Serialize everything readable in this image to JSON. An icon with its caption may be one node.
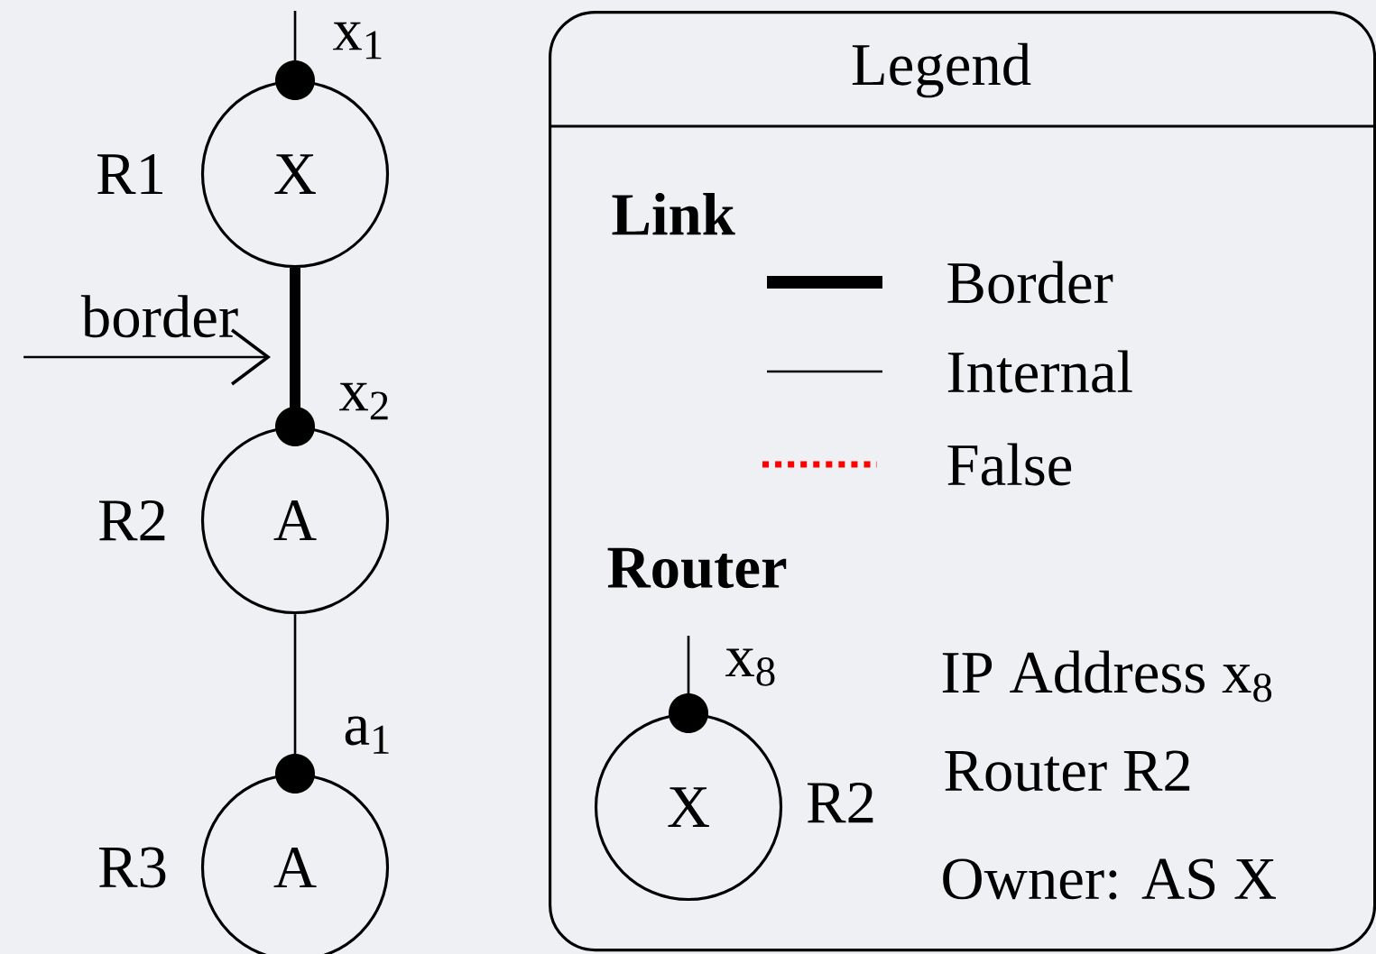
{
  "diagram": {
    "nodes": [
      {
        "text": [
          "X"
        ],
        "beside": [
          "R1",
          "x$_{1}$"
        ]
      },
      {
        "text": [
          "A"
        ],
        "beside": [
          "R2",
          "x$_{2}$"
        ]
      },
      {
        "text": [
          "A"
        ],
        "beside": [
          "R3",
          "a$_{1}$"
        ]
      },
      {
        "text": [
          "border"
        ]
      },
      {
        "text": [
          "Legend"
        ]
      },
      {
        "text": [
          "X"
        ],
        "beside": [
          "R2",
          "x$_{8}$"
        ],
        "in": 4
      }
    ],
    "edges": [
      {
        "from": null,
        "to": 0,
        "arrow": "other"
      },
      {
        "from": 0,
        "to": 1,
        "arrow": "other",
        "style": "thick"
      },
      {
        "from": 1,
        "to": 2,
        "arrow": "other"
      },
      {
        "from": 3,
        "to": null,
        "arrow": "to"
      },
      {
        "from": null,
        "to": 5,
        "arrow": "other"
      }
    ],
    "labels": [
      "Link",
      "Router",
      "IP Address x$_{8}$",
      "Router R2",
      "Owner: AS X"
    ],
    "legend": [
      {
        "text": "Border"
      },
      {
        "text": "Internal"
      },
      {
        "text": "False"
      }
    ]
  }
}
